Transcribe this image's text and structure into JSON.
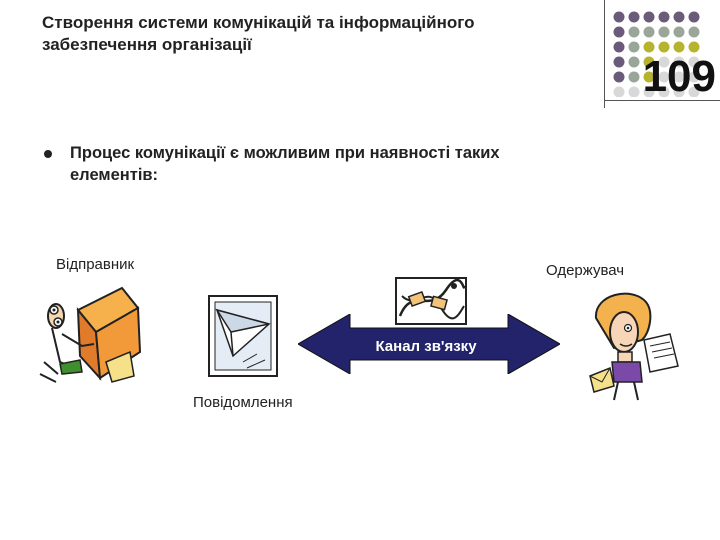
{
  "header": {
    "title": "Створення системи комунікацій та інформаційного забезпечення організації",
    "slide_number": "109"
  },
  "content": {
    "bullet_text": "Процес комунікації є можливим при наявності таких елементів:"
  },
  "diagram": {
    "sender_label": "Відправник",
    "receiver_label": "Одержувач",
    "channel_label": "Канал зв'язку",
    "message_label": "Повідомлення"
  },
  "colors": {
    "dot_purple": "#6b5b7b",
    "dot_sage": "#9aa69a",
    "dot_olive": "#b6b42c",
    "dot_grey": "#d8d8d8",
    "arrow_fill": "#23236b"
  }
}
